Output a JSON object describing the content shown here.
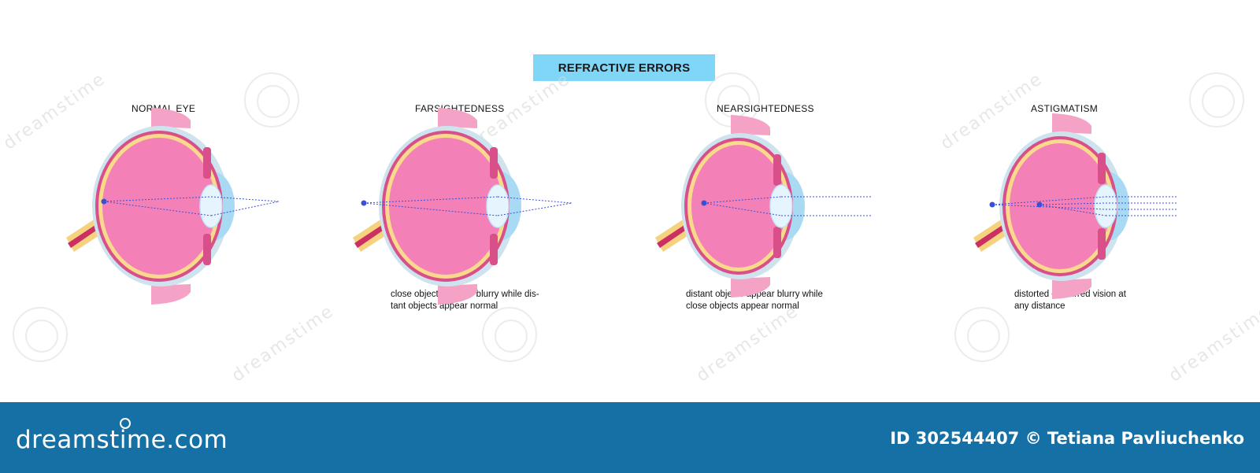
{
  "title": "REFRACTIVE ERRORS",
  "panels": [
    {
      "label": "NORMAL EYE",
      "description": ""
    },
    {
      "label": "FARSIGHTEDNESS",
      "description": "close objects appear blurry while dis-\ntant objects appear normal"
    },
    {
      "label": "NEARSIGHTEDNESS",
      "description": "distant objects appear blurry while\nclose objects appear normal"
    },
    {
      "label": "ASTIGMATISM",
      "description": "distorted or blurred vision at\nany distance"
    }
  ],
  "footer": {
    "brand": "dreamstime.com",
    "credit": "ID 302544407 © Tetiana Pavliuchenko"
  },
  "watermark_text": "dreamstime",
  "colors": {
    "title_bg": "#7fd6f7",
    "footer_bg": "#1570a6",
    "eye_interior": "#f480b8",
    "sclera": "#f4a3c6",
    "choroid": "#d94f8a",
    "retina_band": "#f9d98c",
    "outer_shell": "#cfe3ef",
    "cornea": "#a9daf3",
    "lens": "#e6f5fd",
    "optic_nerve_yellow": "#f6d27e",
    "optic_nerve_red": "#cc2f62",
    "ray": "#3b50d8",
    "focus_point": "#3b4fd6"
  }
}
